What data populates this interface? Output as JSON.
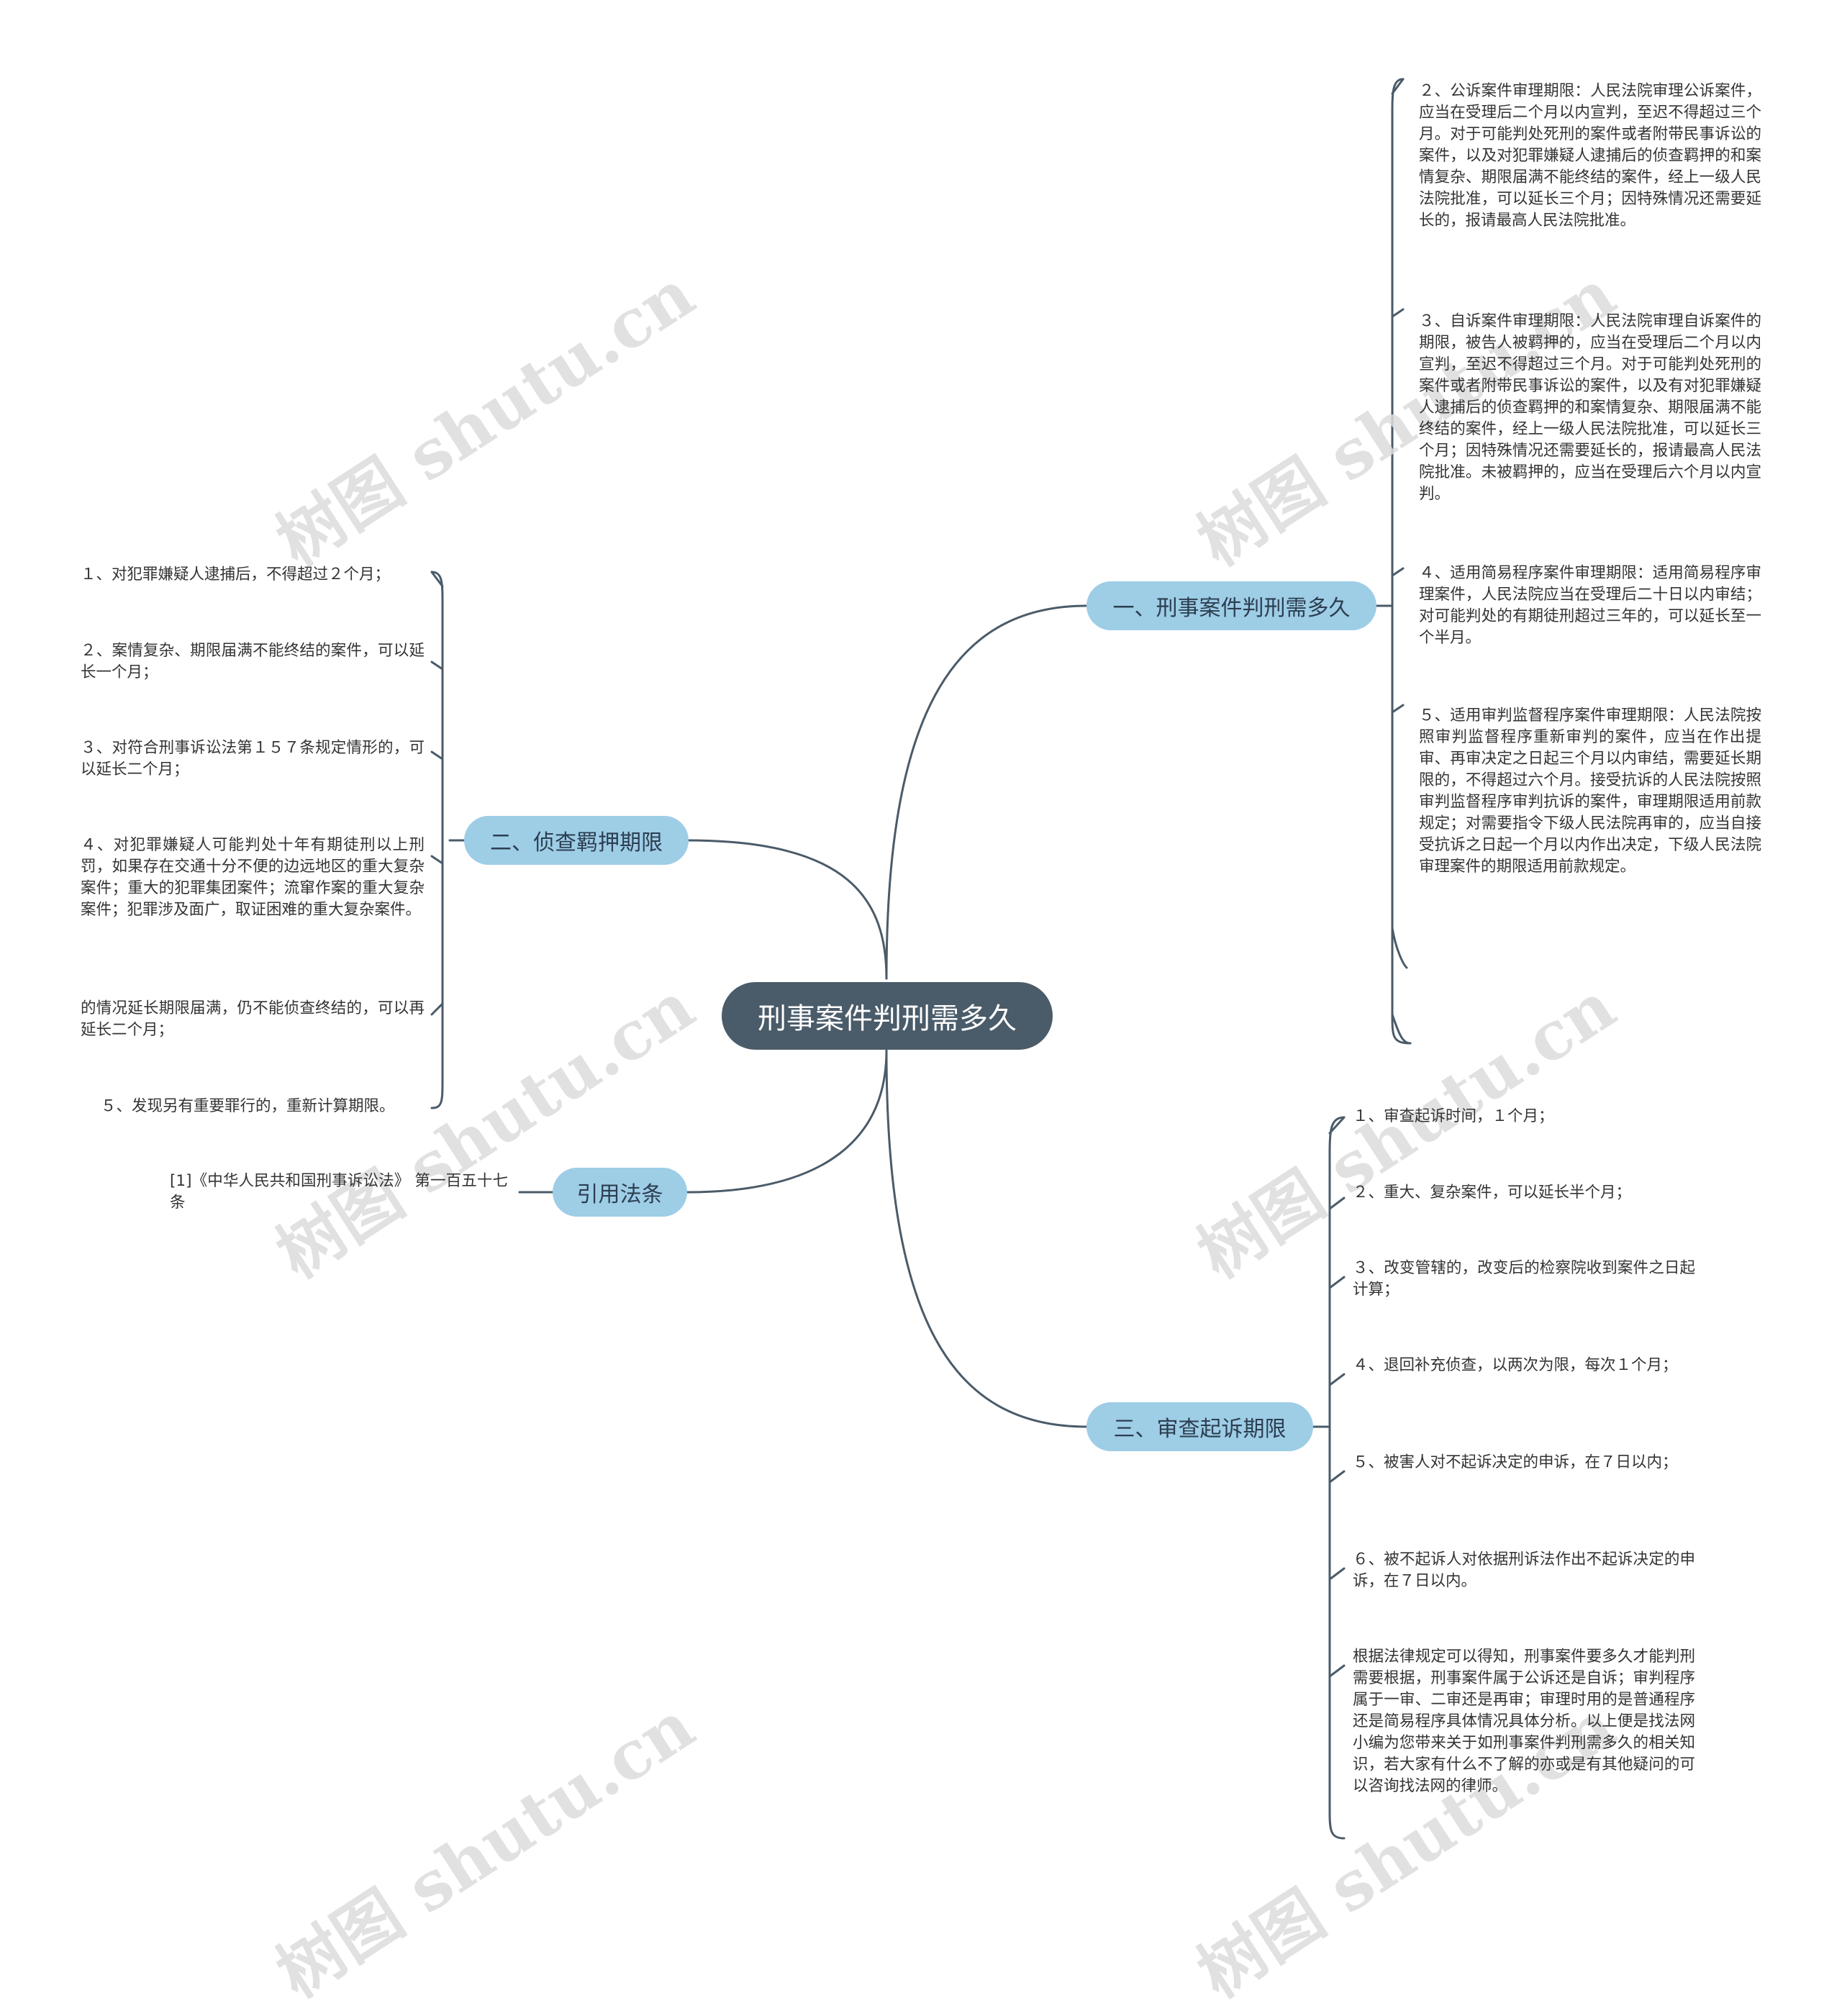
{
  "root": {
    "label": "刑事案件判刑需多久"
  },
  "branches": [
    {
      "id": "b1",
      "label": "一、刑事案件判刑需多久",
      "leaves": [
        "２、公诉案件审理期限：人民法院审理公诉案件，应当在受理后二个月以内宣判，至迟不得超过三个月。对于可能判处死刑的案件或者附带民事诉讼的案件，以及对犯罪嫌疑人逮捕后的侦查羁押的和案情复杂、期限届满不能终结的案件，经上一级人民法院批准，可以延长三个月；因特殊情况还需要延长的，报请最高人民法院批准。",
        "３、自诉案件审理期限：人民法院审理自诉案件的期限，被告人被羁押的，应当在受理后二个月以内宣判，至迟不得超过三个月。对于可能判处死刑的案件或者附带民事诉讼的案件，以及有对犯罪嫌疑人逮捕后的侦查羁押的和案情复杂、期限届满不能终结的案件，经上一级人民法院批准，可以延长三个月；因特殊情况还需要延长的，报请最高人民法院批准。未被羁押的，应当在受理后六个月以内宣判。",
        "４、适用简易程序案件审理期限：适用简易程序审理案件，人民法院应当在受理后二十日以内审结；对可能判处的有期徒刑超过三年的，可以延长至一个半月。",
        "５、适用审判监督程序案件审理期限：人民法院按照审判监督程序重新审判的案件，应当在作出提审、再审决定之日起三个月以内审结，需要延长期限的，不得超过六个月。接受抗诉的人民法院按照审判监督程序审判抗诉的案件，审理期限适用前款规定；对需要指令下级人民法院再审的，应当自接受抗诉之日起一个月以内作出决定，下级人民法院审理案件的期限适用前款规定。",
        "",
        ""
      ]
    },
    {
      "id": "b2",
      "label": "二、侦查羁押期限",
      "leaves": [
        "１、对犯罪嫌疑人逮捕后，不得超过２个月；",
        "２、案情复杂、期限届满不能终结的案件，可以延长一个月；",
        "３、对符合刑事诉讼法第１５７条规定情形的，可以延长二个月；",
        "４、对犯罪嫌疑人可能判处十年有期徒刑以上刑罚，如果存在交通十分不便的边远地区的重大复杂案件；重大的犯罪集团案件；流窜作案的重大复杂案件；犯罪涉及面广，取证困难的重大复杂案件。",
        "的情况延长期限届满，仍不能侦查终结的，可以再延长二个月；",
        "５、发现另有重要罪行的，重新计算期限。"
      ]
    },
    {
      "id": "b3",
      "label": "引用法条",
      "leaves": [
        "[1]《中华人民共和国刑事诉讼法》 第一百五十七条"
      ]
    },
    {
      "id": "b4",
      "label": "三、审查起诉期限",
      "leaves": [
        "１、审查起诉时间，１个月；",
        "２、重大、复杂案件，可以延长半个月；",
        "３、改变管辖的，改变后的检察院收到案件之日起计算；",
        "４、退回补充侦查，以两次为限，每次１个月；",
        "５、被害人对不起诉决定的申诉，在７日以内；",
        "６、被不起诉人对依据刑诉法作出不起诉决定的申诉，在７日以内。",
        "根据法律规定可以得知，刑事案件要多久才能判刑需要根据，刑事案件属于公诉还是自诉；审判程序属于一审、二审还是再审；审理时用的是普通程序还是简易程序具体情况具体分析。以上便是找法网小编为您带来关于如刑事案件判刑需多久的相关知识，若大家有什么不了解的亦或是有其他疑问的可以咨询找法网的律师。"
      ]
    }
  ],
  "watermark": "树图 shutu.cn",
  "colors": {
    "root": "#4a5b69",
    "branch": "#9ecde6",
    "line": "#4a5b69",
    "text": "#333333"
  }
}
